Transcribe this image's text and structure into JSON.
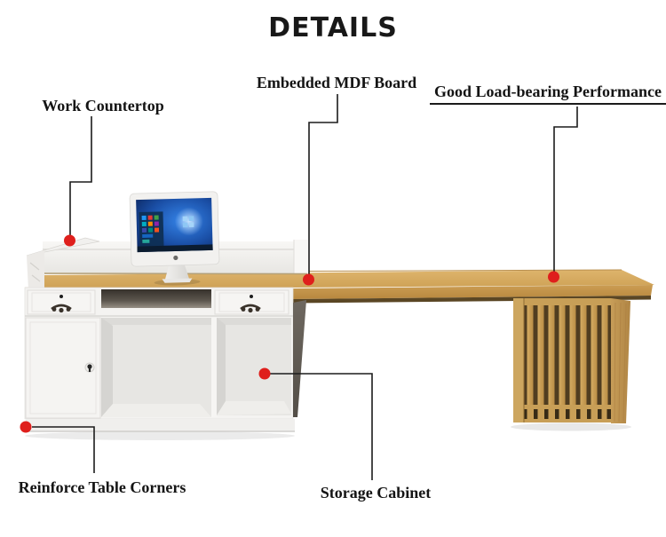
{
  "title": "DETAILS",
  "callouts": [
    {
      "id": "work_countertop",
      "label": "Work Countertop",
      "underlined": false
    },
    {
      "id": "embedded_mdf_board",
      "label": "Embedded MDF Board",
      "underlined": false
    },
    {
      "id": "good_load_bearing",
      "label": "Good Load-bearing Performance",
      "underlined": true
    },
    {
      "id": "reinforce_table_corners",
      "label": "Reinforce Table Corners",
      "underlined": false
    },
    {
      "id": "storage_cabinet",
      "label": "Storage Cabinet",
      "underlined": false
    }
  ],
  "colors": {
    "callout_dot": "#df1f1c",
    "callout_line": "#1c1c1c",
    "text": "#141414",
    "wood_top": "#d2a55b",
    "wood_dark_gap": "#503d20",
    "cabinet_white": "#f4f3f1",
    "cabinet_dark_side": "#615c55",
    "screen_blue": "#1e5fc0"
  },
  "icons": {
    "apple_logo": "small-dark-circle",
    "windows_logo": "four-tile-grid",
    "keyhole": "dark-dot-with-tail",
    "drawer_handle": "antique-swan-pull"
  }
}
